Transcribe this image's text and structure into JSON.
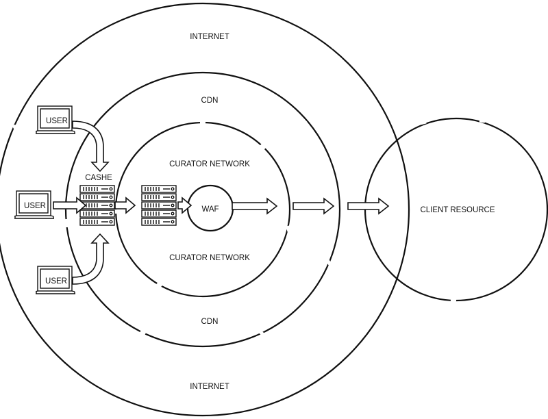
{
  "labels": {
    "internet_top": "INTERNET",
    "internet_bottom": "INTERNET",
    "cdn_top": "CDN",
    "cdn_bottom": "CDN",
    "curator_top": "CURATOR NETWORK",
    "curator_bottom": "CURATOR NETWORK",
    "waf": "WAF",
    "cache": "CASHE",
    "client_resource": "CLIENT RESOURCE"
  },
  "users": [
    {
      "label": "USER"
    },
    {
      "label": "USER"
    },
    {
      "label": "USER"
    }
  ]
}
